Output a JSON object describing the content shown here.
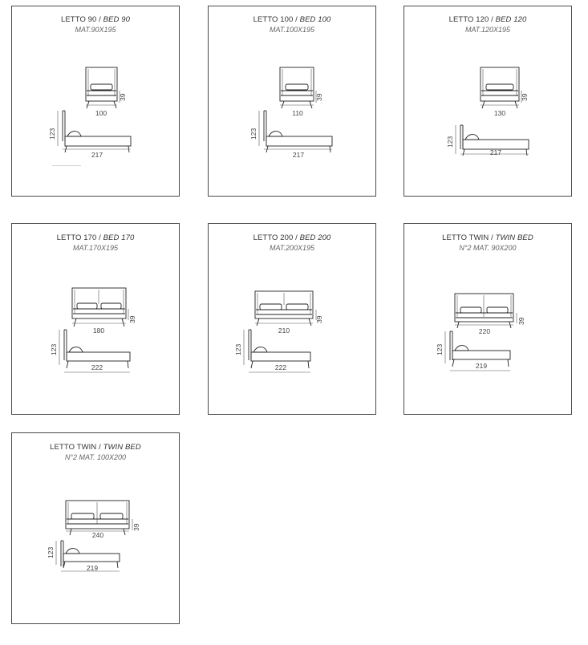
{
  "cards": [
    {
      "name": "LETTO  90",
      "name_en": "BED 90",
      "mat": "MAT.90X195",
      "front_width": "100",
      "height": "39",
      "side_height": "123",
      "length": "217",
      "stray": "——————"
    },
    {
      "name": "LETTO  100",
      "name_en": "BED 100",
      "mat": "MAT.100X195",
      "front_width": "110",
      "height": "39",
      "side_height": "123",
      "length": "217"
    },
    {
      "name": "LETTO  120",
      "name_en": "BED 120",
      "mat": "MAT.120X195",
      "front_width": "130",
      "height": "39",
      "side_height": "123",
      "length": "217"
    },
    {
      "name": "LETTO  170",
      "name_en": "BED 170",
      "mat": "MAT.170X195",
      "front_width": "180",
      "height": "39",
      "side_height": "123",
      "length": "222"
    },
    {
      "name": "LETTO  200",
      "name_en": "BED 200",
      "mat": "MAT.200X195",
      "front_width": "210",
      "height": "39",
      "side_height": "123",
      "length": "222"
    },
    {
      "name": "LETTO TWIN",
      "name_en": "TWIN BED",
      "mat": "N°2 MAT. 90X200",
      "front_width": "220",
      "height": "39",
      "side_height": "123",
      "length": "219"
    },
    {
      "name": "LETTO TWIN",
      "name_en": "TWIN BED",
      "mat": "N°2 MAT. 100X200",
      "front_width": "240",
      "height": "39",
      "side_height": "123",
      "length": "219"
    }
  ]
}
